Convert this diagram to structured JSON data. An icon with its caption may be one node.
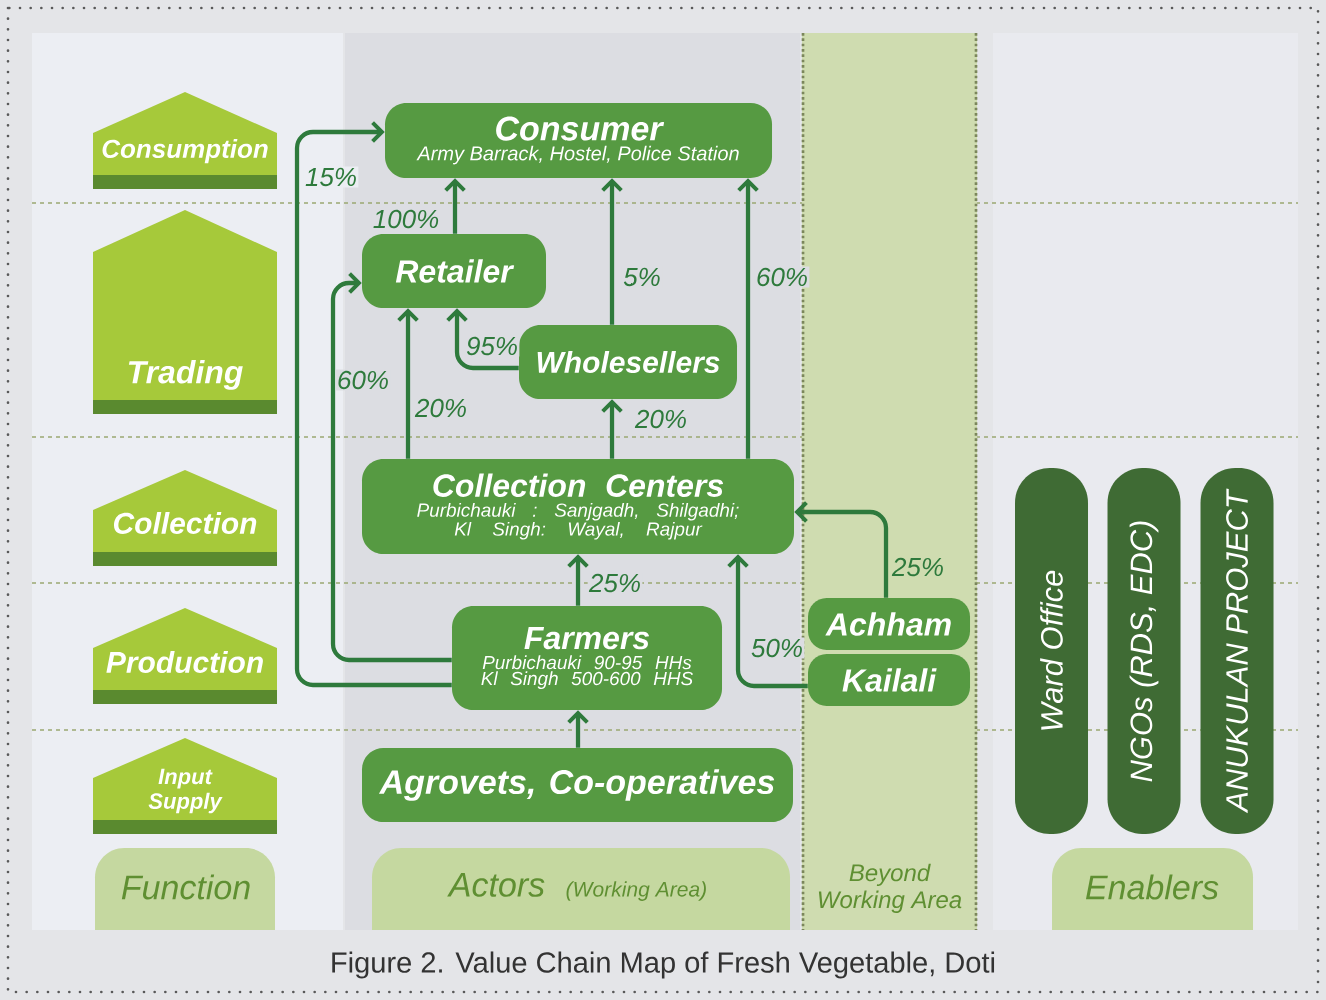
{
  "diagram": {
    "caption": "Figure 2. Value Chain Map of Fresh Vegetable, Doti",
    "nodes": [
      {
        "text": [
          "Consumption"
        ]
      },
      {
        "text": [
          "Trading"
        ]
      },
      {
        "text": [
          "Collection"
        ]
      },
      {
        "text": [
          "Production"
        ]
      },
      {
        "text": [
          "Input Supply"
        ]
      },
      {
        "text": [
          "Function"
        ]
      },
      {
        "text": [
          "Consumer",
          "Army Barrack, Hostel, Police Station"
        ]
      },
      {
        "text": [
          "Retailer"
        ]
      },
      {
        "text": [
          "Wholesellers"
        ]
      },
      {
        "text": [
          "Collection Centers",
          "Purbichauki : Sanjgadh, Shilgadhi; Kl Singh: Wayal, Rajpur"
        ]
      },
      {
        "text": [
          "Farmers",
          "Purbichauki 90-95 HHs Kl Singh 500-600 HHS"
        ]
      },
      {
        "text": [
          "Agrovets, Co-operatives"
        ]
      },
      {
        "text": [
          "Actors",
          "(Working Area)"
        ]
      },
      {
        "text": [
          "Beyond Working Area"
        ]
      },
      {
        "text": [
          "Achham"
        ],
        "in": 13
      },
      {
        "text": [
          "Kailali"
        ],
        "in": 13
      },
      {
        "text": [
          "Ward Office"
        ]
      },
      {
        "text": [
          "NGOs (RDS, EDC)"
        ]
      },
      {
        "text": [
          "ANUKULAN PROJECT"
        ]
      },
      {
        "text": [
          "Enablers"
        ]
      }
    ],
    "edges": [
      {
        "from": 10,
        "to": 6,
        "arrow": "to",
        "label": "15%"
      },
      {
        "from": 10,
        "to": 7,
        "arrow": "to",
        "label": "60%"
      },
      {
        "from": 7,
        "to": 6,
        "arrow": "to",
        "label": "100%"
      },
      {
        "from": 8,
        "to": 6,
        "arrow": "to",
        "label": "5%"
      },
      {
        "from": 9,
        "to": 6,
        "arrow": "to",
        "label": "60%"
      },
      {
        "from": 8,
        "to": 7,
        "arrow": "to",
        "label": "95%"
      },
      {
        "from": 9,
        "to": 7,
        "arrow": "to",
        "label": "20%"
      },
      {
        "from": 9,
        "to": 8,
        "arrow": "to",
        "label": "20%"
      },
      {
        "from": 10,
        "to": 9,
        "arrow": "to",
        "label": "25%"
      },
      {
        "from": 15,
        "to": 9,
        "arrow": "to",
        "label": "50%"
      },
      {
        "from": 14,
        "to": 9,
        "arrow": "to",
        "label": "25%"
      },
      {
        "from": 11,
        "to": 10,
        "arrow": "to"
      }
    ]
  }
}
